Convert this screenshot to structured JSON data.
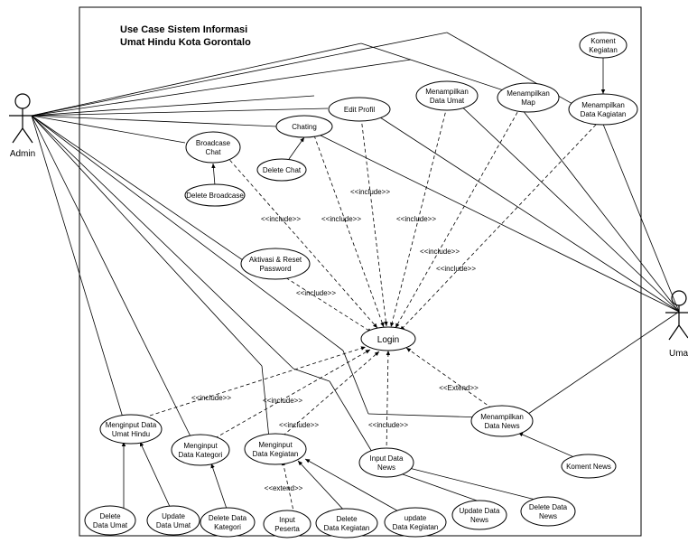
{
  "title_lines": [
    "Use Case Sistem Informasi",
    "Umat Hindu Kota Gorontalo"
  ],
  "actors": {
    "admin": "Admin",
    "umat": "Umat"
  },
  "use_cases": {
    "login": [
      "Login"
    ],
    "edit_profil": [
      "Edit Profil"
    ],
    "chating": [
      "Chating"
    ],
    "delete_chat": [
      "Delete Chat"
    ],
    "broadcast_chat": [
      "Broadcase",
      "Chat"
    ],
    "delete_broadcast": [
      "Delete Broadcase"
    ],
    "tampil_umat": [
      "Menampilkan",
      "Data Umat"
    ],
    "tampil_map": [
      "Menampilkan",
      "Map"
    ],
    "tampil_kegiatan": [
      "Menampilkan",
      "Data Kagiatan"
    ],
    "koment_kegiatan": [
      "Koment",
      "Kegiatan"
    ],
    "aktivasi": [
      "Aktivasi & Reset",
      "Password"
    ],
    "input_umat": [
      "Menginput Data",
      "Umat Hindu"
    ],
    "input_kategori": [
      "Menginput",
      "Data Kategori"
    ],
    "input_kegiatan": [
      "Menginput",
      "Data Kegiatan"
    ],
    "input_news": [
      "Input Data",
      "News"
    ],
    "tampil_news": [
      "Menampilkan",
      "Data News"
    ],
    "koment_news": [
      "Koment News"
    ],
    "delete_umat": [
      "Delete",
      "Data Umat"
    ],
    "update_umat": [
      "Update",
      "Data Umat"
    ],
    "delete_kategori": [
      "Delete Data",
      "Kategori"
    ],
    "input_peserta": [
      "Input",
      "Peserta"
    ],
    "delete_kegiatan": [
      "Delete",
      "Data Kegiatan"
    ],
    "update_kegiatan": [
      "update",
      "Data Kegiatan"
    ],
    "update_news": [
      "Update Data",
      "News"
    ],
    "delete_news": [
      "Delete Data",
      "News"
    ]
  },
  "stereotypes": {
    "include": "<<include>>",
    "extend": "<<extend>>",
    "extend_cap": "<<Extend>>"
  }
}
